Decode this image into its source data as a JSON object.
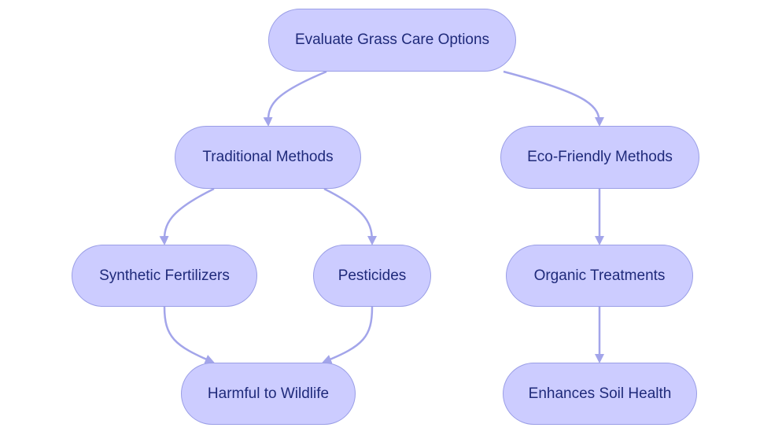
{
  "colors": {
    "node_fill": "#ccccff",
    "node_border": "#9a9ee6",
    "edge": "#a3a5ea",
    "text": "#1f2a7a"
  },
  "nodes": {
    "root": {
      "label": "Evaluate Grass Care Options"
    },
    "traditional": {
      "label": "Traditional Methods"
    },
    "eco": {
      "label": "Eco-Friendly Methods"
    },
    "fertilizers": {
      "label": "Synthetic Fertilizers"
    },
    "pesticides": {
      "label": "Pesticides"
    },
    "organic": {
      "label": "Organic Treatments"
    },
    "wildlife": {
      "label": "Harmful to Wildlife"
    },
    "soil": {
      "label": "Enhances Soil Health"
    }
  },
  "edges": [
    {
      "from": "root",
      "to": "traditional"
    },
    {
      "from": "root",
      "to": "eco"
    },
    {
      "from": "traditional",
      "to": "fertilizers"
    },
    {
      "from": "traditional",
      "to": "pesticides"
    },
    {
      "from": "eco",
      "to": "organic"
    },
    {
      "from": "fertilizers",
      "to": "wildlife"
    },
    {
      "from": "pesticides",
      "to": "wildlife"
    },
    {
      "from": "organic",
      "to": "soil"
    }
  ]
}
